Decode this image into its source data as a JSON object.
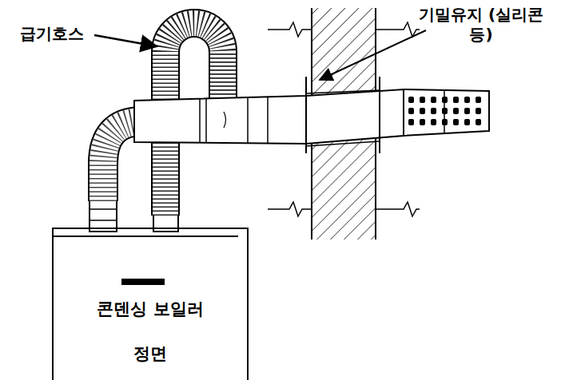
{
  "diagram": {
    "nodes": [
      {
        "text": [
          "콘덴싱 보일러",
          "정면"
        ]
      }
    ],
    "edges": [],
    "labels": [
      "급기호스",
      "기밀유지 (실리콘 등)"
    ]
  }
}
